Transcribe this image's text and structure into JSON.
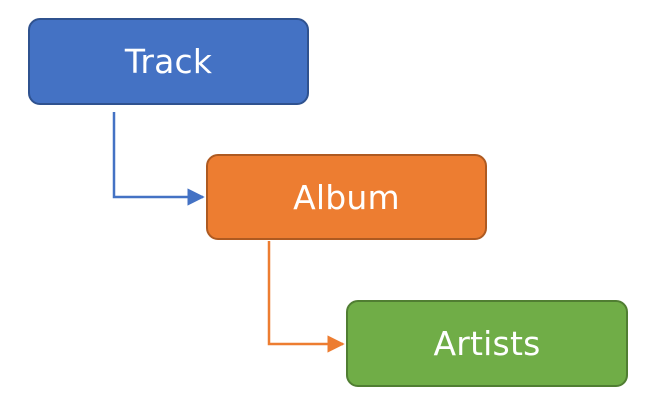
{
  "nodes": {
    "track": {
      "label": "Track",
      "color": "#4472c4",
      "border_color": "#2f528f"
    },
    "album": {
      "label": "Album",
      "color": "#ed7d31",
      "border_color": "#ae5a21"
    },
    "artists": {
      "label": "Artists",
      "color": "#70ad47",
      "border_color": "#507e32"
    }
  },
  "edges": [
    {
      "from": "track",
      "to": "album",
      "color": "#4472c4"
    },
    {
      "from": "album",
      "to": "artists",
      "color": "#ed7d31"
    }
  ]
}
